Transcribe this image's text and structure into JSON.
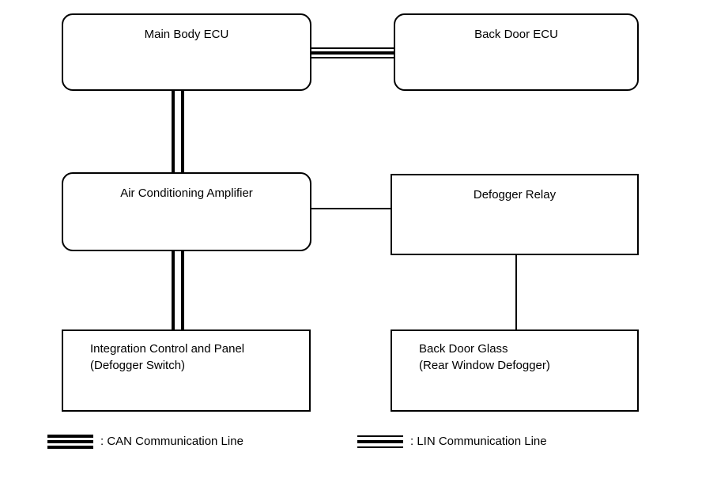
{
  "diagram": {
    "nodes": [
      {
        "id": "main-body-ecu",
        "label": "Main Body ECU"
      },
      {
        "id": "back-door-ecu",
        "label": "Back Door ECU"
      },
      {
        "id": "air-conditioning-amplifier",
        "label": "Air Conditioning Amplifier"
      },
      {
        "id": "defogger-relay",
        "label": "Defogger Relay"
      },
      {
        "id": "integration-control-and-panel",
        "label": "Integration Control and Panel\n(Defogger Switch)"
      },
      {
        "id": "back-door-glass",
        "label": "Back Door Glass\n(Rear Window Defogger)"
      }
    ],
    "legend": [
      {
        "id": "can",
        "symbol": "can-bus-symbol",
        "text": ": CAN Communication Line"
      },
      {
        "id": "lin",
        "symbol": "lin-bus-symbol",
        "text": ": LIN Communication Line"
      }
    ],
    "colors": {
      "line": "#000000",
      "background": "#ffffff",
      "text": "#000000"
    }
  }
}
